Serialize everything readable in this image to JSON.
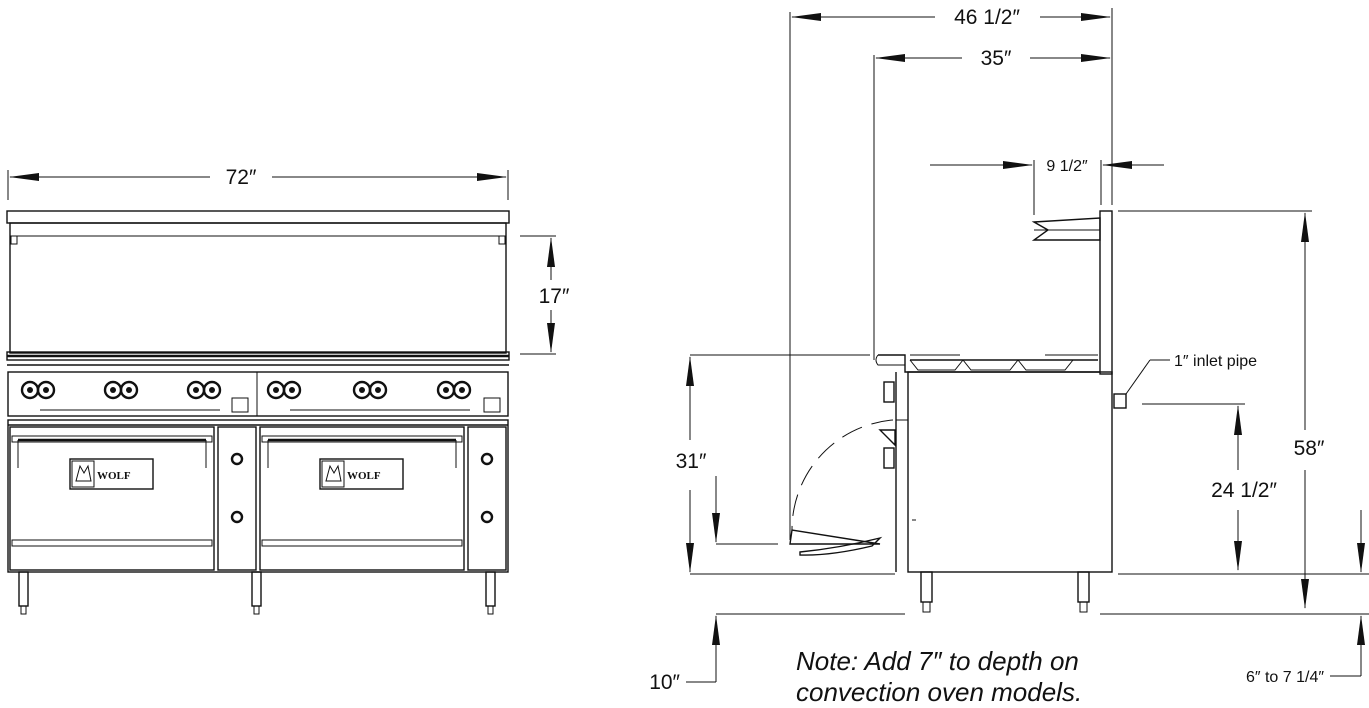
{
  "front_view": {
    "width_label": "72″",
    "backsplash_label": "17″",
    "brand_left": "WOLF",
    "brand_right": "WOLF"
  },
  "side_view": {
    "overall_depth_label": "46 1/2″",
    "body_depth_label": "35″",
    "shelf_label": "9 1/2″",
    "inlet_label": "1″ inlet pipe",
    "height_label": "58″",
    "inlet_height_label": "24 1/2″",
    "cooktop_height_label": "31″",
    "door_clearance_label": "10″",
    "leg_label": "6″ to 7 1/4″"
  },
  "note": {
    "line1": "Note:  Add 7″ to depth on",
    "line2": "convection oven models."
  }
}
